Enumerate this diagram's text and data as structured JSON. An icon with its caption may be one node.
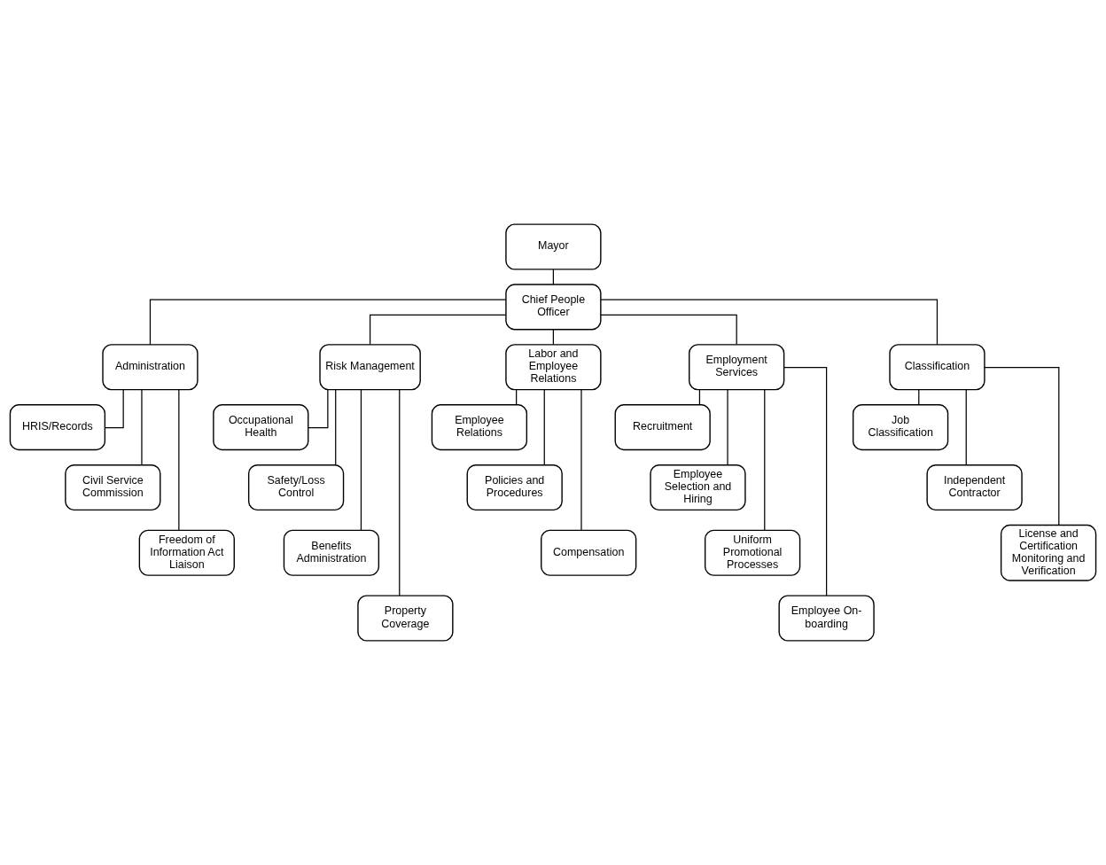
{
  "diagram": {
    "nodes": [
      {
        "text": [
          "Mayor"
        ]
      },
      {
        "text": [
          "Chief People Officer"
        ]
      },
      {
        "text": [
          "Administration"
        ]
      },
      {
        "text": [
          "Risk Management"
        ]
      },
      {
        "text": [
          "Labor and Employee Relations"
        ]
      },
      {
        "text": [
          "Employment Services"
        ]
      },
      {
        "text": [
          "Classification"
        ]
      },
      {
        "text": [
          "HRIS/Records"
        ]
      },
      {
        "text": [
          "Civil Service Commission"
        ]
      },
      {
        "text": [
          "Freedom of Information Act Liaison"
        ]
      },
      {
        "text": [
          "Occupational Health"
        ]
      },
      {
        "text": [
          "Safety/Loss Control"
        ]
      },
      {
        "text": [
          "Benefits Administration"
        ]
      },
      {
        "text": [
          "Property Coverage"
        ]
      },
      {
        "text": [
          "Employee Relations"
        ]
      },
      {
        "text": [
          "Policies and Procedures"
        ]
      },
      {
        "text": [
          "Compensation"
        ]
      },
      {
        "text": [
          "Recruitment"
        ]
      },
      {
        "text": [
          "Employee Selection and Hiring"
        ]
      },
      {
        "text": [
          "Uniform Promotional Processes"
        ]
      },
      {
        "text": [
          "Employee On-boarding"
        ]
      },
      {
        "text": [
          "Job Classification"
        ]
      },
      {
        "text": [
          "Independent Contractor"
        ]
      },
      {
        "text": [
          "License and Certification Monitoring and Verification"
        ]
      }
    ],
    "edges": [
      {
        "from": 0,
        "to": 1,
        "arrow": "none"
      },
      {
        "from": 1,
        "to": 2,
        "arrow": "none"
      },
      {
        "from": 1,
        "to": 3,
        "arrow": "none"
      },
      {
        "from": 1,
        "to": 4,
        "arrow": "none"
      },
      {
        "from": 1,
        "to": 5,
        "arrow": "none"
      },
      {
        "from": 1,
        "to": 6,
        "arrow": "none"
      },
      {
        "from": 2,
        "to": 7,
        "arrow": "none"
      },
      {
        "from": 2,
        "to": 8,
        "arrow": "none"
      },
      {
        "from": 2,
        "to": 9,
        "arrow": "none"
      },
      {
        "from": 3,
        "to": 10,
        "arrow": "none"
      },
      {
        "from": 3,
        "to": 11,
        "arrow": "none"
      },
      {
        "from": 3,
        "to": 12,
        "arrow": "none"
      },
      {
        "from": 3,
        "to": 13,
        "arrow": "none"
      },
      {
        "from": 4,
        "to": 14,
        "arrow": "none"
      },
      {
        "from": 4,
        "to": 15,
        "arrow": "none"
      },
      {
        "from": 4,
        "to": 16,
        "arrow": "none"
      },
      {
        "from": 5,
        "to": 17,
        "arrow": "none"
      },
      {
        "from": 5,
        "to": 18,
        "arrow": "none"
      },
      {
        "from": 5,
        "to": 19,
        "arrow": "none"
      },
      {
        "from": 5,
        "to": 20,
        "arrow": "none"
      },
      {
        "from": 6,
        "to": 21,
        "arrow": "none"
      },
      {
        "from": 6,
        "to": 22,
        "arrow": "none"
      },
      {
        "from": 6,
        "to": 23,
        "arrow": "none"
      }
    ]
  }
}
